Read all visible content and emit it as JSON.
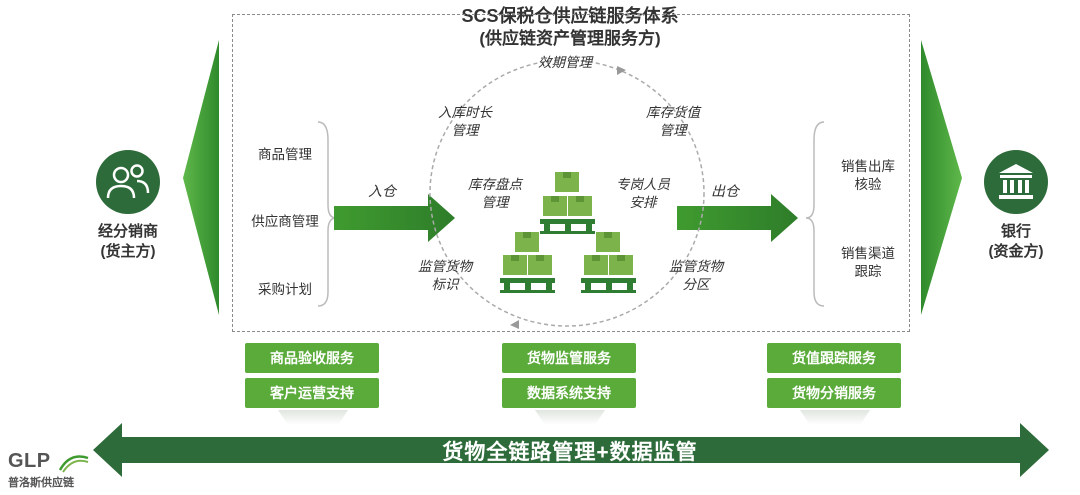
{
  "title": "SCS保税仓供应链服务体系",
  "subtitle": "(供应链资产管理服务方)",
  "left_party": {
    "line1": "经分销商",
    "line2": "(货主方)",
    "icon": "people-icon"
  },
  "right_party": {
    "line1": "银行",
    "line2": "(资金方)",
    "icon": "bank-icon"
  },
  "left_items": [
    "商品管理",
    "供应商管理",
    "采购计划"
  ],
  "right_items": [
    {
      "line1": "销售出库",
      "line2": "核验"
    },
    {
      "line1": "销售渠道",
      "line2": "跟踪"
    }
  ],
  "flow": {
    "in_label": "入仓",
    "out_label": "出仓"
  },
  "cycle": {
    "top": "效期管理",
    "upper_left": {
      "line1": "入库时长",
      "line2": "管理"
    },
    "upper_right": {
      "line1": "库存货值",
      "line2": "管理"
    },
    "inner_left": {
      "line1": "库存盘点",
      "line2": "管理"
    },
    "inner_right": {
      "line1": "专岗人员",
      "line2": "安排"
    },
    "lower_left": {
      "line1": "监管货物",
      "line2": "标识"
    },
    "lower_right": {
      "line1": "监管货物",
      "line2": "分区"
    }
  },
  "services": {
    "left": [
      "商品验收服务",
      "客户运营支持"
    ],
    "center": [
      "货物监管服务",
      "数据系统支持"
    ],
    "right": [
      "货值跟踪服务",
      "货物分销服务"
    ]
  },
  "bottom_arrow": "货物全链路管理+数据监管",
  "logo": {
    "name": "GLP",
    "sub": "普洛斯供应链"
  },
  "colors": {
    "dark_green": "#2e7d32",
    "green": "#3f9b2f",
    "button_green": "#5aab3a",
    "box_green": "#7cb34a"
  }
}
